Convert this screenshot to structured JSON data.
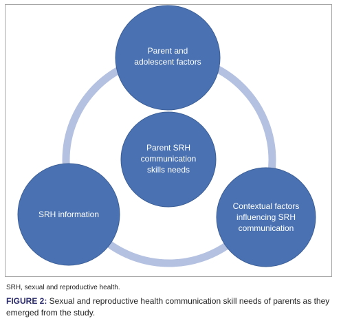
{
  "diagram": {
    "center_label": "Parent SRH communication skills needs",
    "nodes": [
      {
        "label": "Parent and adolescent factors"
      },
      {
        "label": "SRH information"
      },
      {
        "label": "Contextual factors influencing SRH communication"
      }
    ]
  },
  "footnote": "SRH, sexual and reproductive health.",
  "caption": {
    "label": "FIGURE 2:",
    "text": " Sexual and reproductive health communication skill needs of parents as they emerged from the study."
  },
  "colors": {
    "node_fill": "#4a72b2",
    "node_stroke": "#3b5e96",
    "ring": "#b4c1e0",
    "caption_label": "#2b2b6b"
  }
}
